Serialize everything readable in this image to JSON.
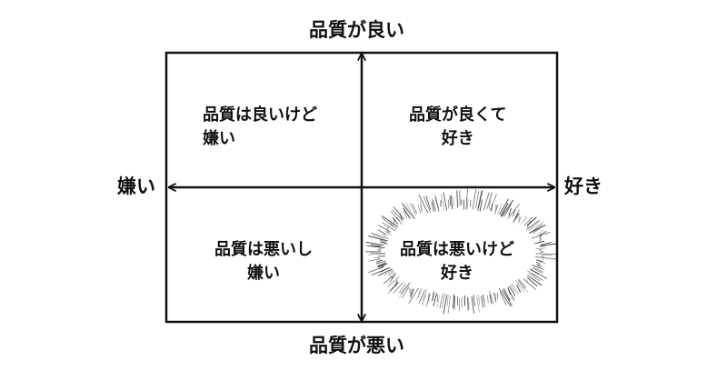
{
  "axes": {
    "top": "品質が良い",
    "bottom": "品質が悪い",
    "left": "嫌い",
    "right": "好き"
  },
  "quadrants": {
    "top_left": {
      "line1": "品質は良いけど",
      "line2": "嫌い"
    },
    "top_right": {
      "line1": "品質が良くて",
      "line2": "好き"
    },
    "bottom_left": {
      "line1": "品質は悪いし",
      "line2": "嫌い"
    },
    "bottom_right": {
      "line1": "品質は悪いけど",
      "line2": "好き"
    }
  },
  "highlighted_quadrant": "bottom_right",
  "highlight_style": "radial-burst-lines",
  "colors": {
    "lines": "#111111",
    "background": "#ffffff"
  }
}
